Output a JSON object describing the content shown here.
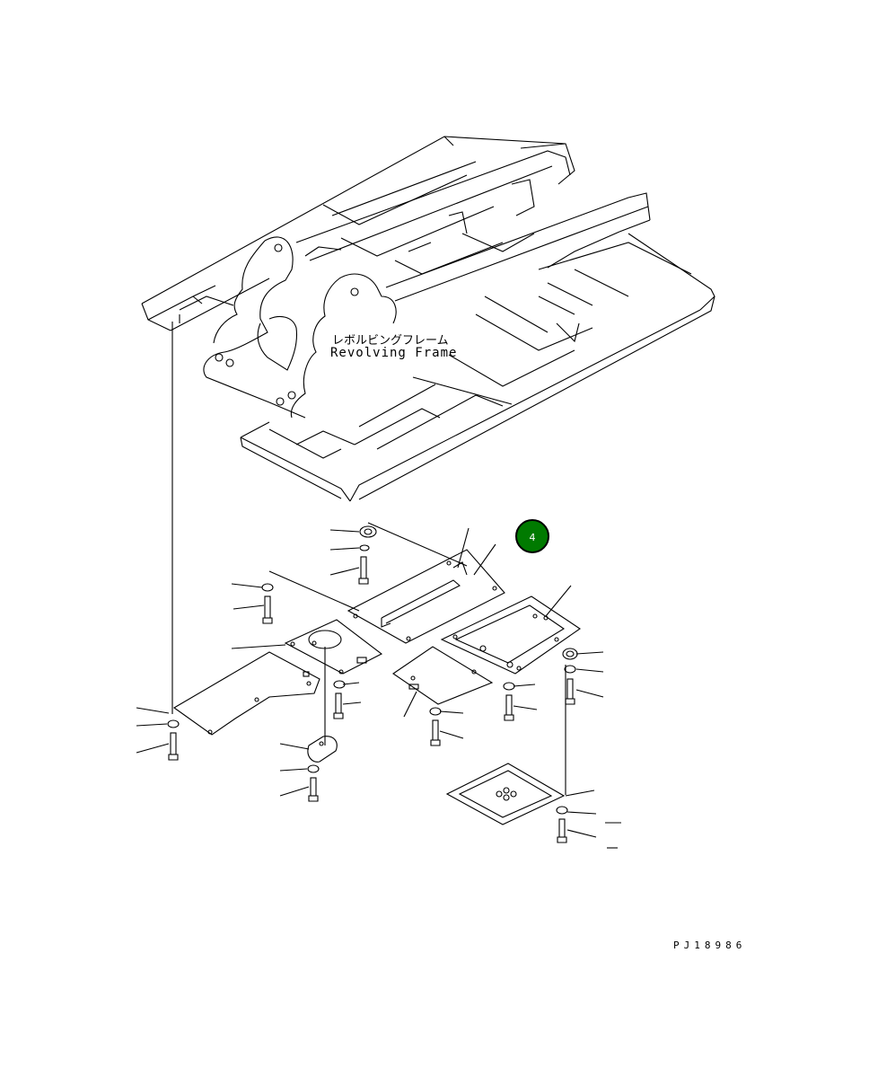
{
  "diagram": {
    "frame_label_jp": "レボルビングフレーム",
    "frame_label_en": "Revolving Frame",
    "drawing_code": "PJ18986",
    "callout_number": "4",
    "callout_color": "#007a00"
  }
}
